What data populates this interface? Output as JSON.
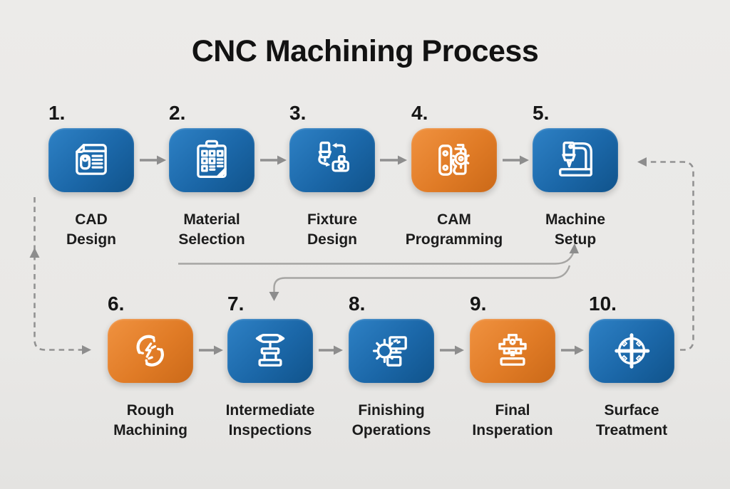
{
  "title": "CNC Machining Process",
  "colors": {
    "box_blue": "#1f6cb0",
    "box_orange": "#e07b26",
    "arrow_gray": "#8d8d8d",
    "background": "#e9e8e6",
    "text": "#161616"
  },
  "steps": [
    {
      "num": "1.",
      "lines": [
        "CAD",
        "Design"
      ],
      "color": "blue",
      "icon": "cad-document-icon"
    },
    {
      "num": "2.",
      "lines": [
        "Material",
        "Selection"
      ],
      "color": "blue",
      "icon": "material-clipboard-icon"
    },
    {
      "num": "3.",
      "lines": [
        "Fixture",
        "Design"
      ],
      "color": "blue",
      "icon": "fixture-swap-icon"
    },
    {
      "num": "4.",
      "lines": [
        "CAM",
        "Programming"
      ],
      "color": "orange",
      "icon": "cam-plate-gear-icon"
    },
    {
      "num": "5.",
      "lines": [
        "Machine",
        "Setup"
      ],
      "color": "blue",
      "icon": "milling-machine-icon"
    },
    {
      "num": "6.",
      "lines": [
        "Rough",
        "Machining"
      ],
      "color": "orange",
      "icon": "rough-machining-arcs-icon"
    },
    {
      "num": "7.",
      "lines": [
        "Intermediate",
        "Inspections"
      ],
      "color": "blue",
      "icon": "inspection-gauge-icon"
    },
    {
      "num": "8.",
      "lines": [
        "Finishing",
        "Operations"
      ],
      "color": "blue",
      "icon": "finishing-gear-screen-icon"
    },
    {
      "num": "9.",
      "lines": [
        "Final",
        "Insperation"
      ],
      "color": "orange",
      "icon": "final-inspection-press-icon"
    },
    {
      "num": "10.",
      "lines": [
        "Surface",
        "Treatment"
      ],
      "color": "blue",
      "icon": "surface-treatment-wheel-icon"
    }
  ]
}
